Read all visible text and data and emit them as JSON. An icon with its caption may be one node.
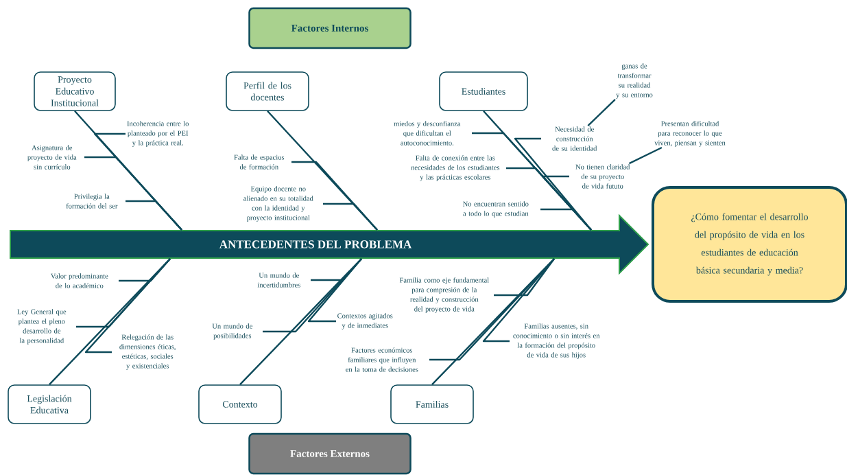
{
  "diagram": {
    "nodes": [
      {
        "text": [
          "Factores Internos"
        ]
      },
      {
        "text": [
          "Proyecto Educativo Institucional"
        ]
      },
      {
        "text": [
          "Perfil de los docentes"
        ]
      },
      {
        "text": [
          "Estudiantes"
        ]
      },
      {
        "text": [
          "ANTECEDENTES DEL PROBLEMA"
        ]
      },
      {
        "text": [
          "¿Cómo fomentar el desarrollo del propósito de vida en los estudiantes de educación básica secundaria y media?"
        ]
      },
      {
        "text": [
          "Legislación Educativa"
        ]
      },
      {
        "text": [
          "Contexto"
        ]
      },
      {
        "text": [
          "Familias"
        ]
      },
      {
        "text": [
          "Factores Externos"
        ]
      },
      {
        "text": [
          "Incoherencia entre lo planteado por el PEI y la práctica real."
        ]
      },
      {
        "text": [
          "Asignatura de proyecto de vida sin currículo"
        ]
      },
      {
        "text": [
          "Privilegia la formación del ser"
        ]
      },
      {
        "text": [
          "Falta de espacios de formación"
        ]
      },
      {
        "text": [
          "Equipo docente no alienado en su totalidad con la identidad y proyecto institucional"
        ]
      },
      {
        "text": [
          "miedos y desconfianza que dificultan el autoconocimiento."
        ]
      },
      {
        "text": [
          "Necesidad de construcción de su identidad"
        ]
      },
      {
        "text": [
          "ganas de transformar su realidad y su entorno"
        ]
      },
      {
        "text": [
          "Falta de conexión entre las necesidades de los estudiantes y las prácticas escolares"
        ]
      },
      {
        "text": [
          "No tienen claridad de su proyecto de vida fututo"
        ]
      },
      {
        "text": [
          "Presentan dificultad para reconocer lo que viven, piensan y sienten"
        ]
      },
      {
        "text": [
          "No encuentran sentido a todo lo que estudian"
        ]
      },
      {
        "text": [
          "Valor predominante de lo académico"
        ]
      },
      {
        "text": [
          "Ley General que plantea el pleno desarrollo de la personalidad"
        ]
      },
      {
        "text": [
          "Relegación de las dimensiones éticas, estéticas, sociales y existenciales"
        ]
      },
      {
        "text": [
          "Un mundo de incertidumbres"
        ]
      },
      {
        "text": [
          "Un mundo de posibilidades"
        ]
      },
      {
        "text": [
          "Contextos agitados y de inmediates"
        ]
      },
      {
        "text": [
          "Familia como eje fundamental para compresión de la realidad y construcción del proyecto de vida"
        ]
      },
      {
        "text": [
          "Factores económicos familiares que influyen en la toma de decisiones"
        ]
      },
      {
        "text": [
          "Familias ausentes, sin conocimiento o sin interés en la formación del propósito de vida de sus hijos"
        ]
      }
    ],
    "edges": [
      {
        "from": 1,
        "to": 4,
        "arrow": "none"
      },
      {
        "from": 2,
        "to": 4,
        "arrow": "none"
      },
      {
        "from": 3,
        "to": 4,
        "arrow": "none"
      },
      {
        "from": 6,
        "to": 4,
        "arrow": "none"
      },
      {
        "from": 7,
        "to": 4,
        "arrow": "none"
      },
      {
        "from": 8,
        "to": 4,
        "arrow": "none"
      },
      {
        "from": 10,
        "to": 4,
        "arrow": "none"
      },
      {
        "from": 11,
        "to": 4,
        "arrow": "none"
      },
      {
        "from": 12,
        "to": 4,
        "arrow": "none"
      },
      {
        "from": 13,
        "to": 4,
        "arrow": "none"
      },
      {
        "from": 14,
        "to": 4,
        "arrow": "none"
      },
      {
        "from": 15,
        "to": 4,
        "arrow": "none"
      },
      {
        "from": 16,
        "to": 4,
        "arrow": "none"
      },
      {
        "from": 16,
        "to": 17,
        "arrow": "none"
      },
      {
        "from": 18,
        "to": 4,
        "arrow": "none"
      },
      {
        "from": 19,
        "to": 4,
        "arrow": "none"
      },
      {
        "from": 19,
        "to": 20,
        "arrow": "none"
      },
      {
        "from": 21,
        "to": 4,
        "arrow": "none"
      },
      {
        "from": 22,
        "to": 4,
        "arrow": "none"
      },
      {
        "from": 23,
        "to": 4,
        "arrow": "none"
      },
      {
        "from": 24,
        "to": 4,
        "arrow": "none"
      },
      {
        "from": 25,
        "to": 4,
        "arrow": "none"
      },
      {
        "from": 26,
        "to": 4,
        "arrow": "none"
      },
      {
        "from": 27,
        "to": 4,
        "arrow": "none"
      },
      {
        "from": 28,
        "to": 4,
        "arrow": "none"
      },
      {
        "from": 29,
        "to": 4,
        "arrow": "none"
      },
      {
        "from": 30,
        "to": 4,
        "arrow": "none"
      }
    ]
  }
}
